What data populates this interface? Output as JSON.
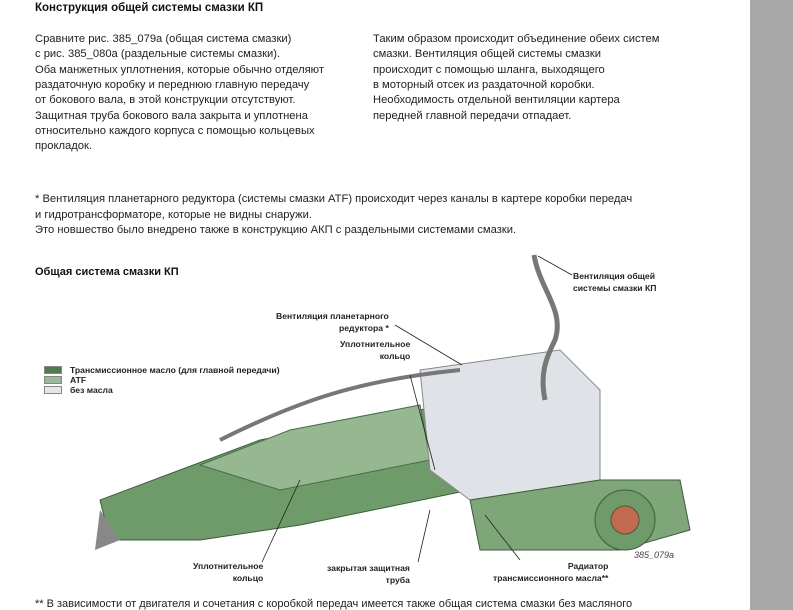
{
  "heading": "Конструкция общей системы смазки КП",
  "col_left": [
    "Сравните рис. 385_079a (общая система смазки)",
    "с рис. 385_080a (раздельные системы смазки).",
    "Оба манжетных уплотнения, которые обычно отделяют",
    "раздаточную коробку и переднюю главную передачу",
    "от бокового вала, в этой конструкции отсутствуют.",
    "Защитная труба бокового вала закрыта и уплотнена",
    "относительно каждого корпуса с помощью кольцевых",
    "прокладок."
  ],
  "col_right": [
    "Таким образом происходит объединение обеих систем",
    "смазки. Вентиляция общей системы смазки",
    "происходит с помощью шланга, выходящего",
    "в моторный отсек из раздаточной коробки.",
    "Необходимость отдельной вентиляции картера",
    "передней главной передачи отпадает."
  ],
  "footnote1": [
    "*  Вентиляция планетарного редуктора (системы смазки ATF) происходит через каналы в картере коробки передач",
    "    и гидротрансформаторе, которые не видны снаружи.",
    "    Это новшество было внедрено также в конструкцию АКП с раздельными системами смазки."
  ],
  "figure_title": "Общая система смазки КП",
  "legend": [
    {
      "label": "Трансмиссионное масло (для главной передачи)",
      "color": "#4f7a52"
    },
    {
      "label": "ATF",
      "color": "#9bb89a"
    },
    {
      "label": "без масла",
      "color": "#e4e6ea"
    }
  ],
  "callouts": {
    "vent_common": [
      "Вентиляция общей",
      "системы смазки КП"
    ],
    "vent_planetary": [
      "Вентиляция планетарного",
      "редуктора *"
    ],
    "seal_ring_top": [
      "Уплотнительное",
      "кольцо"
    ],
    "seal_ring_bottom": [
      "Уплотнительное",
      "кольцо"
    ],
    "tube": [
      "закрытая защитная",
      "труба"
    ],
    "radiator": [
      "Радиатор",
      "трансмиссионного масла**"
    ]
  },
  "figure_id": "385_079a",
  "footnote2": "** В зависимости от двигателя и сочетания с коробкой передач имеется также общая система смазки без масляного"
}
